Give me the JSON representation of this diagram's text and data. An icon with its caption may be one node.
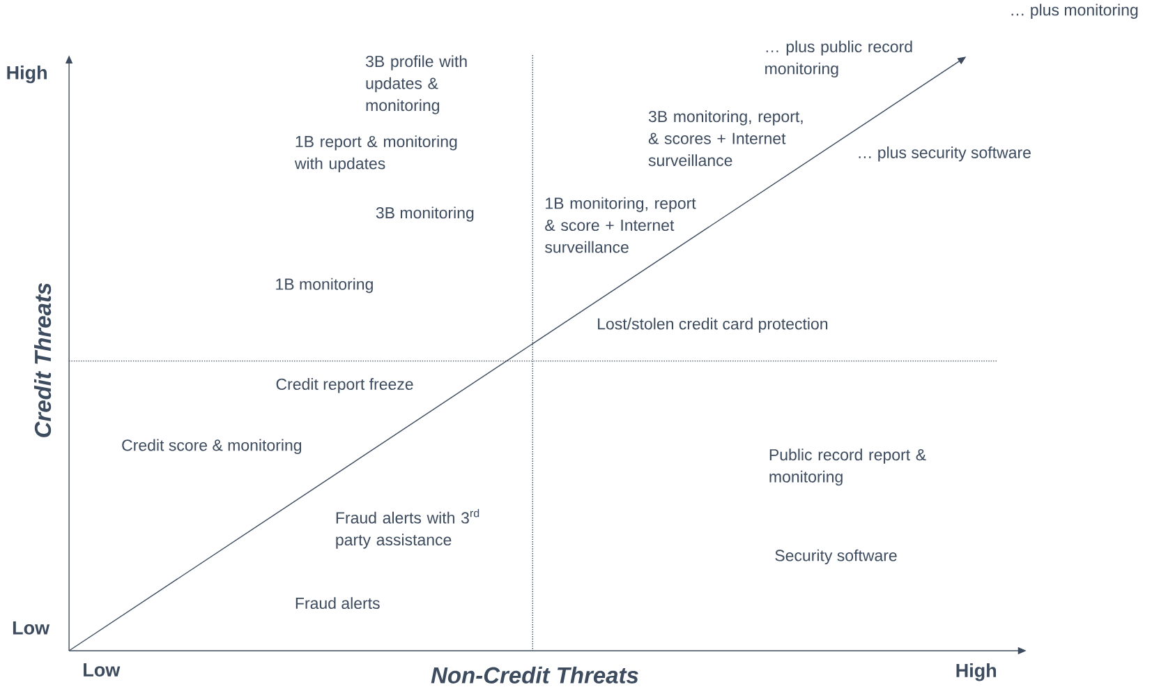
{
  "diagram": {
    "labels": [
      "… plus monitoring",
      "… plus public record monitoring",
      "3B profile with updates & monitoring",
      "1B report & monitoring with updates",
      "3B monitoring, report, & scores + Internet surveillance",
      "… plus security software",
      "1B monitoring, report & score + Internet surveillance",
      "3B monitoring",
      "1B monitoring",
      "Lost/stolen credit card protection",
      "Credit report freeze",
      "Credit score & monitoring",
      "Public record report & monitoring",
      "Fraud alerts with 3$^{rd}$ party assistance",
      "Security software",
      "Fraud alerts",
      "High",
      "Credit Threats",
      "Low",
      "Low",
      "Non-Credit Threats",
      "High"
    ]
  }
}
